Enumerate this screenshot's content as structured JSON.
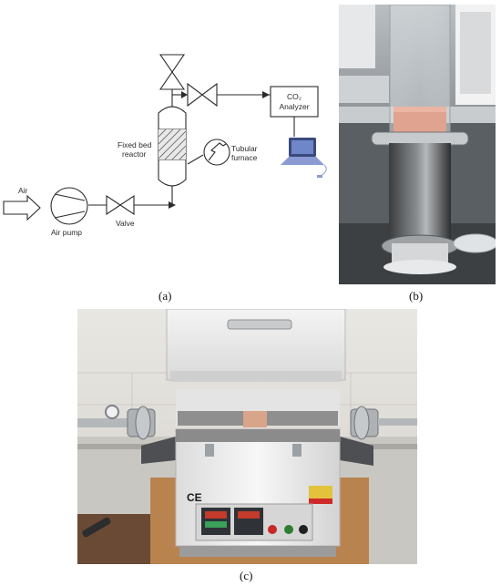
{
  "schematic": {
    "air_label": "Air",
    "air_pump_label": "Air pump",
    "valve_label": "Valve",
    "reactor_label_line1": "Fixed bed",
    "reactor_label_line2": "reactor",
    "furnace_label_line1": "Tubular",
    "furnace_label_line2": "furnace",
    "analyzer_label_line1": "CO₂",
    "analyzer_label_line2": "Analyzer"
  },
  "captions": {
    "a": "(a)",
    "b": "(b)",
    "c": "(c)"
  },
  "furnace_panel": {
    "ce_mark": "CE"
  }
}
